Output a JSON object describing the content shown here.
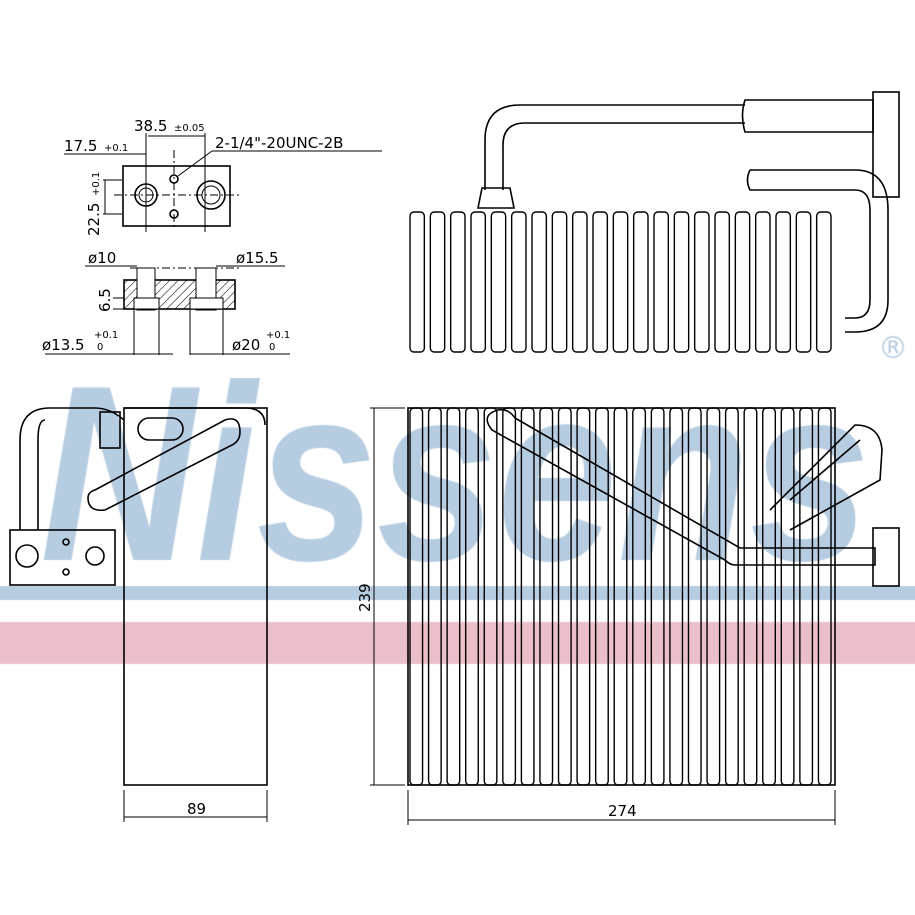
{
  "watermark": {
    "text": "Nissens",
    "registered": "®",
    "blue": "#a9c3dc",
    "pink": "#e8b4c0"
  },
  "flange_dims": {
    "hole_spacing": "38.5",
    "hole_spacing_tol": "±0.05",
    "offset": "17.5",
    "offset_tol": "+0.1",
    "height": "22.5",
    "height_tol": "+0.1",
    "thread": "2-1/4\"-20UNC-2B"
  },
  "section_dims": {
    "d_small": "ø10",
    "d_large": "ø15.5",
    "thickness": "6.5",
    "d_small_bore": "ø13.5",
    "d_small_bore_tol_top": "+0.1",
    "d_small_bore_tol_bot": "0",
    "d_large_bore": "ø20",
    "d_large_bore_tol_top": "+0.1",
    "d_large_bore_tol_bot": "0"
  },
  "main_dims": {
    "height": "239",
    "depth": "89",
    "width": "274"
  },
  "fins": {
    "top_count": 21,
    "front_count": 23
  }
}
